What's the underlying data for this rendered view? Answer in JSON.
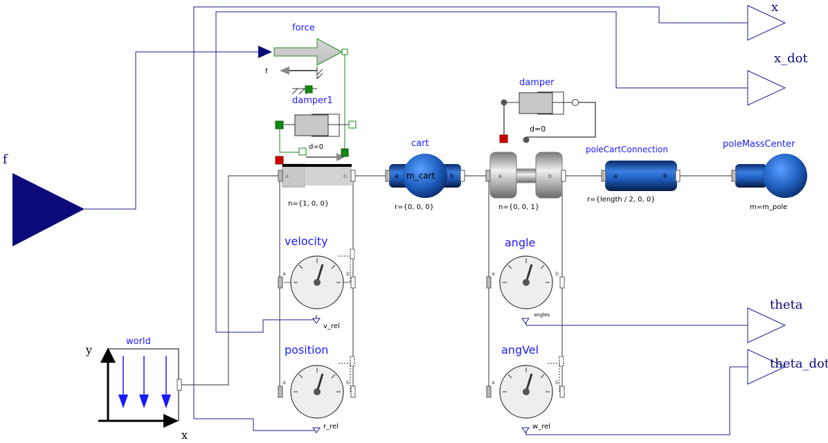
{
  "colors": {
    "navy": "#0a0a7a",
    "label_blue": "#1a1aff",
    "body_blue": "#1f5fbf",
    "green": "#118811",
    "red": "#cc0000",
    "gray": "#c8c8c8"
  },
  "inputs": {
    "f": "f"
  },
  "outputs": {
    "x": "x",
    "x_dot": "x_dot",
    "theta": "theta",
    "theta_dot": "theta_dot"
  },
  "components": {
    "force": {
      "name": "force",
      "port": "f"
    },
    "damper1": {
      "name": "damper1",
      "param": "d=0"
    },
    "damper": {
      "name": "damper",
      "param": "d=0"
    },
    "prismatic": {
      "port_a": "a",
      "port_b": "b",
      "param": "n={1, 0, 0}"
    },
    "cart": {
      "name": "cart",
      "inner": "m_cart",
      "port_a": "a",
      "port_b": "b",
      "param": "r={0, 0, 0}"
    },
    "revolute": {
      "port_a": "a",
      "port_b": "b",
      "param": "n={0, 0, 1}"
    },
    "poleCartConnection": {
      "name": "poleCartConnection",
      "port_a": "a",
      "port_b": "b",
      "param": "r={length / 2, 0, 0}"
    },
    "poleMassCenter": {
      "name": "poleMassCenter",
      "param": "m=m_pole"
    },
    "velocity": {
      "name": "velocity",
      "port_a": "a",
      "port_b": "b",
      "output": "v_rel"
    },
    "position": {
      "name": "position",
      "port_a": "a",
      "port_b": "b",
      "output": "r_rel"
    },
    "angle": {
      "name": "angle",
      "port_a": "a",
      "port_b": "b",
      "output": "angles"
    },
    "angVel": {
      "name": "angVel",
      "port_a": "a",
      "port_b": "b",
      "output": "w_rel"
    },
    "world": {
      "name": "world",
      "axis_x": "x",
      "axis_y": "y"
    }
  },
  "icons": [
    "input-triangle-icon",
    "output-triangle-icon",
    "force-arrow-icon",
    "damper-icon",
    "body-cylinder-icon",
    "body-sphere-icon",
    "sensor-gauge-icon",
    "world-frame-icon",
    "revolute-joint-icon",
    "prismatic-joint-icon"
  ]
}
